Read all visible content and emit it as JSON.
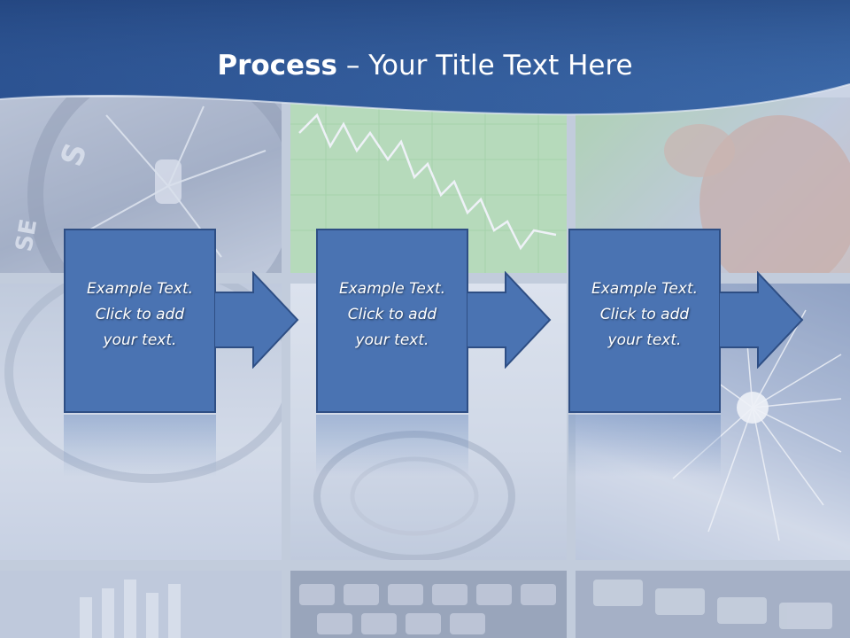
{
  "slide": {
    "title_bold": "Process",
    "title_rest": " – Your Title Text Here"
  },
  "steps": [
    {
      "line1": "Example Text.",
      "line2": "Click  to add",
      "line3": "your text."
    },
    {
      "line1": "Example Text.",
      "line2": "Click  to add",
      "line3": "your text."
    },
    {
      "line1": "Example Text.",
      "line2": "Click  to add",
      "line3": "your text."
    }
  ],
  "background": {
    "image_name": "business-collage-background"
  },
  "colors": {
    "header_blue": "#2f5a96",
    "box_fill": "#4a73b2",
    "box_border": "#2e4e84",
    "text": "#ffffff"
  }
}
